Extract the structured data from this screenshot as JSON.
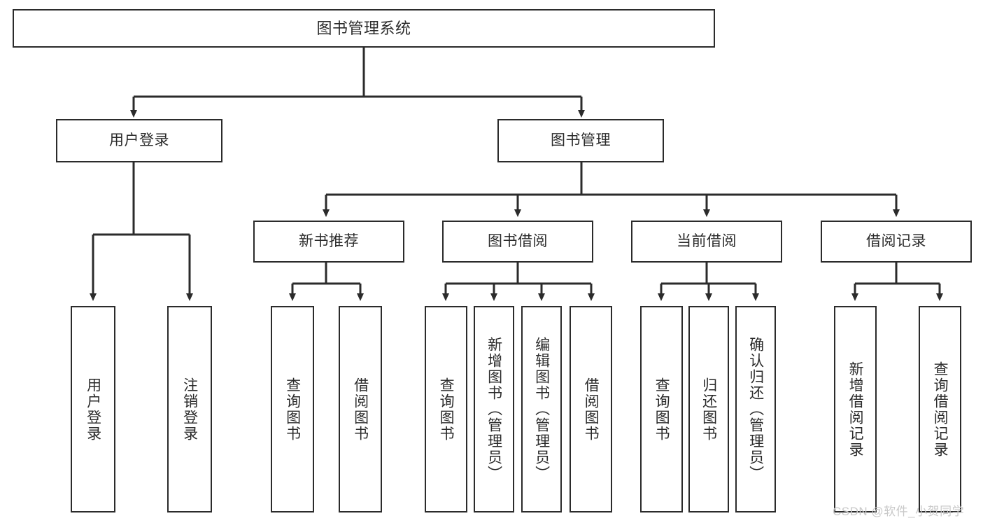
{
  "diagram": {
    "title": "图书管理系统",
    "type": "tree",
    "root": {
      "label": "图书管理系统"
    },
    "level2": [
      {
        "label": "用户登录"
      },
      {
        "label": "图书管理"
      }
    ],
    "level3": [
      {
        "label": "新书推荐"
      },
      {
        "label": "图书借阅"
      },
      {
        "label": "当前借阅"
      },
      {
        "label": "借阅记录"
      }
    ],
    "leaves": {
      "user_login": [
        {
          "label": "用户登录"
        },
        {
          "label": "注销登录"
        }
      ],
      "new_book_recommend": [
        {
          "label": "查询图书"
        },
        {
          "label": "借阅图书"
        }
      ],
      "book_borrow": [
        {
          "label": "查询图书"
        },
        {
          "label": "新增图书（管理员）"
        },
        {
          "label": "编辑图书（管理员）"
        },
        {
          "label": "借阅图书"
        }
      ],
      "current_borrow": [
        {
          "label": "查询图书"
        },
        {
          "label": "归还图书"
        },
        {
          "label": "确认归还（管理员）"
        }
      ],
      "borrow_record": [
        {
          "label": "新增借阅记录"
        },
        {
          "label": "查询借阅记录"
        }
      ]
    }
  },
  "watermark": {
    "text": "CSDN @软件_小贺同学"
  },
  "colors": {
    "stroke": "#2b2b2b",
    "fill": "#ffffff",
    "text": "#2b2b2b",
    "watermark": "#c9c9c9"
  }
}
